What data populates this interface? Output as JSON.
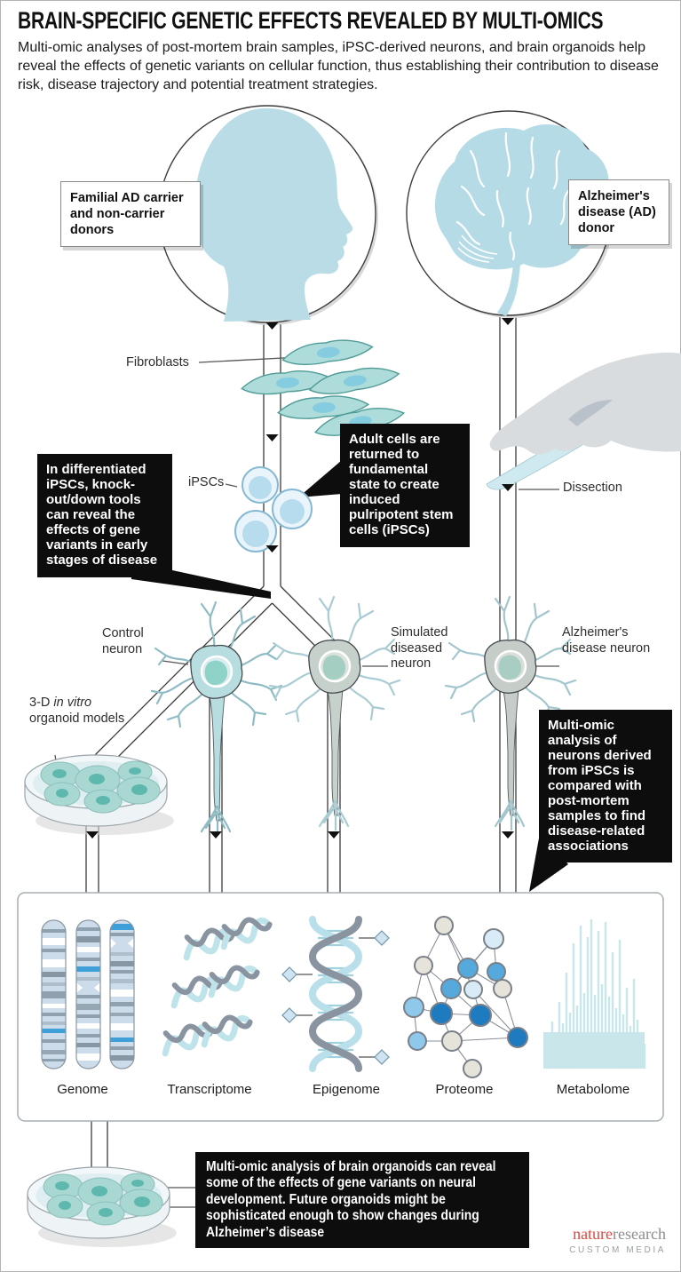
{
  "header": {
    "title": "BRAIN-SPECIFIC GENETIC EFFECTS REVEALED BY MULTI-OMICS",
    "intro": "Multi-omic analyses of post-mortem brain samples, iPSC-derived neurons, and brain organoids help reveal the effects of genetic variants on cellular function, thus establishing their contribution to disease risk, disease trajectory and potential treatment strategies."
  },
  "boxes": {
    "familial": "Familial AD carrier and non-carrier donors",
    "ad_donor": "Alzheimer's disease (AD) donor"
  },
  "labels": {
    "fibroblasts": "Fibroblasts",
    "ipscs": "iPSCs",
    "dissection": "Dissection",
    "control_neuron": "Control neuron",
    "simulated_neuron": "Simulated diseased neuron",
    "ad_neuron": "Alzheimer's disease neuron",
    "organoid_pre": "3-D ",
    "organoid_italic": "in vitro",
    "organoid_post": " organoid models"
  },
  "callouts": {
    "knockout": "In differentiated iPSCs, knock-out/down tools can reveal the effects of gene variants in early stages of disease",
    "adult_cells": "Adult cells are returned to fundamental state to create induced pulripotent stem cells (iPSCs)",
    "neurons": "Multi-omic analysis of neurons derived from iPSCs is compared with post-mortem samples to find disease-related associations",
    "organoids": "Multi-omic analysis of brain organoids can reveal some of the effects of gene variants on neural development. Future organoids might be sophisticated enough to show changes during Alzheimer’s disease"
  },
  "omics": {
    "items": [
      "Genome",
      "Transcriptome",
      "Epigenome",
      "Proteome",
      "Metabolome"
    ]
  },
  "footer": {
    "nature": "nature",
    "research": "research",
    "custom_media": "CUSTOM MEDIA"
  },
  "colors": {
    "illustration_blue": "#b9dce6",
    "organoid_teal": "#a9d8d3",
    "callout_bg": "#0d0d0d",
    "brand_red": "#e2453f",
    "node_dark_blue": "#1f7bc0"
  }
}
